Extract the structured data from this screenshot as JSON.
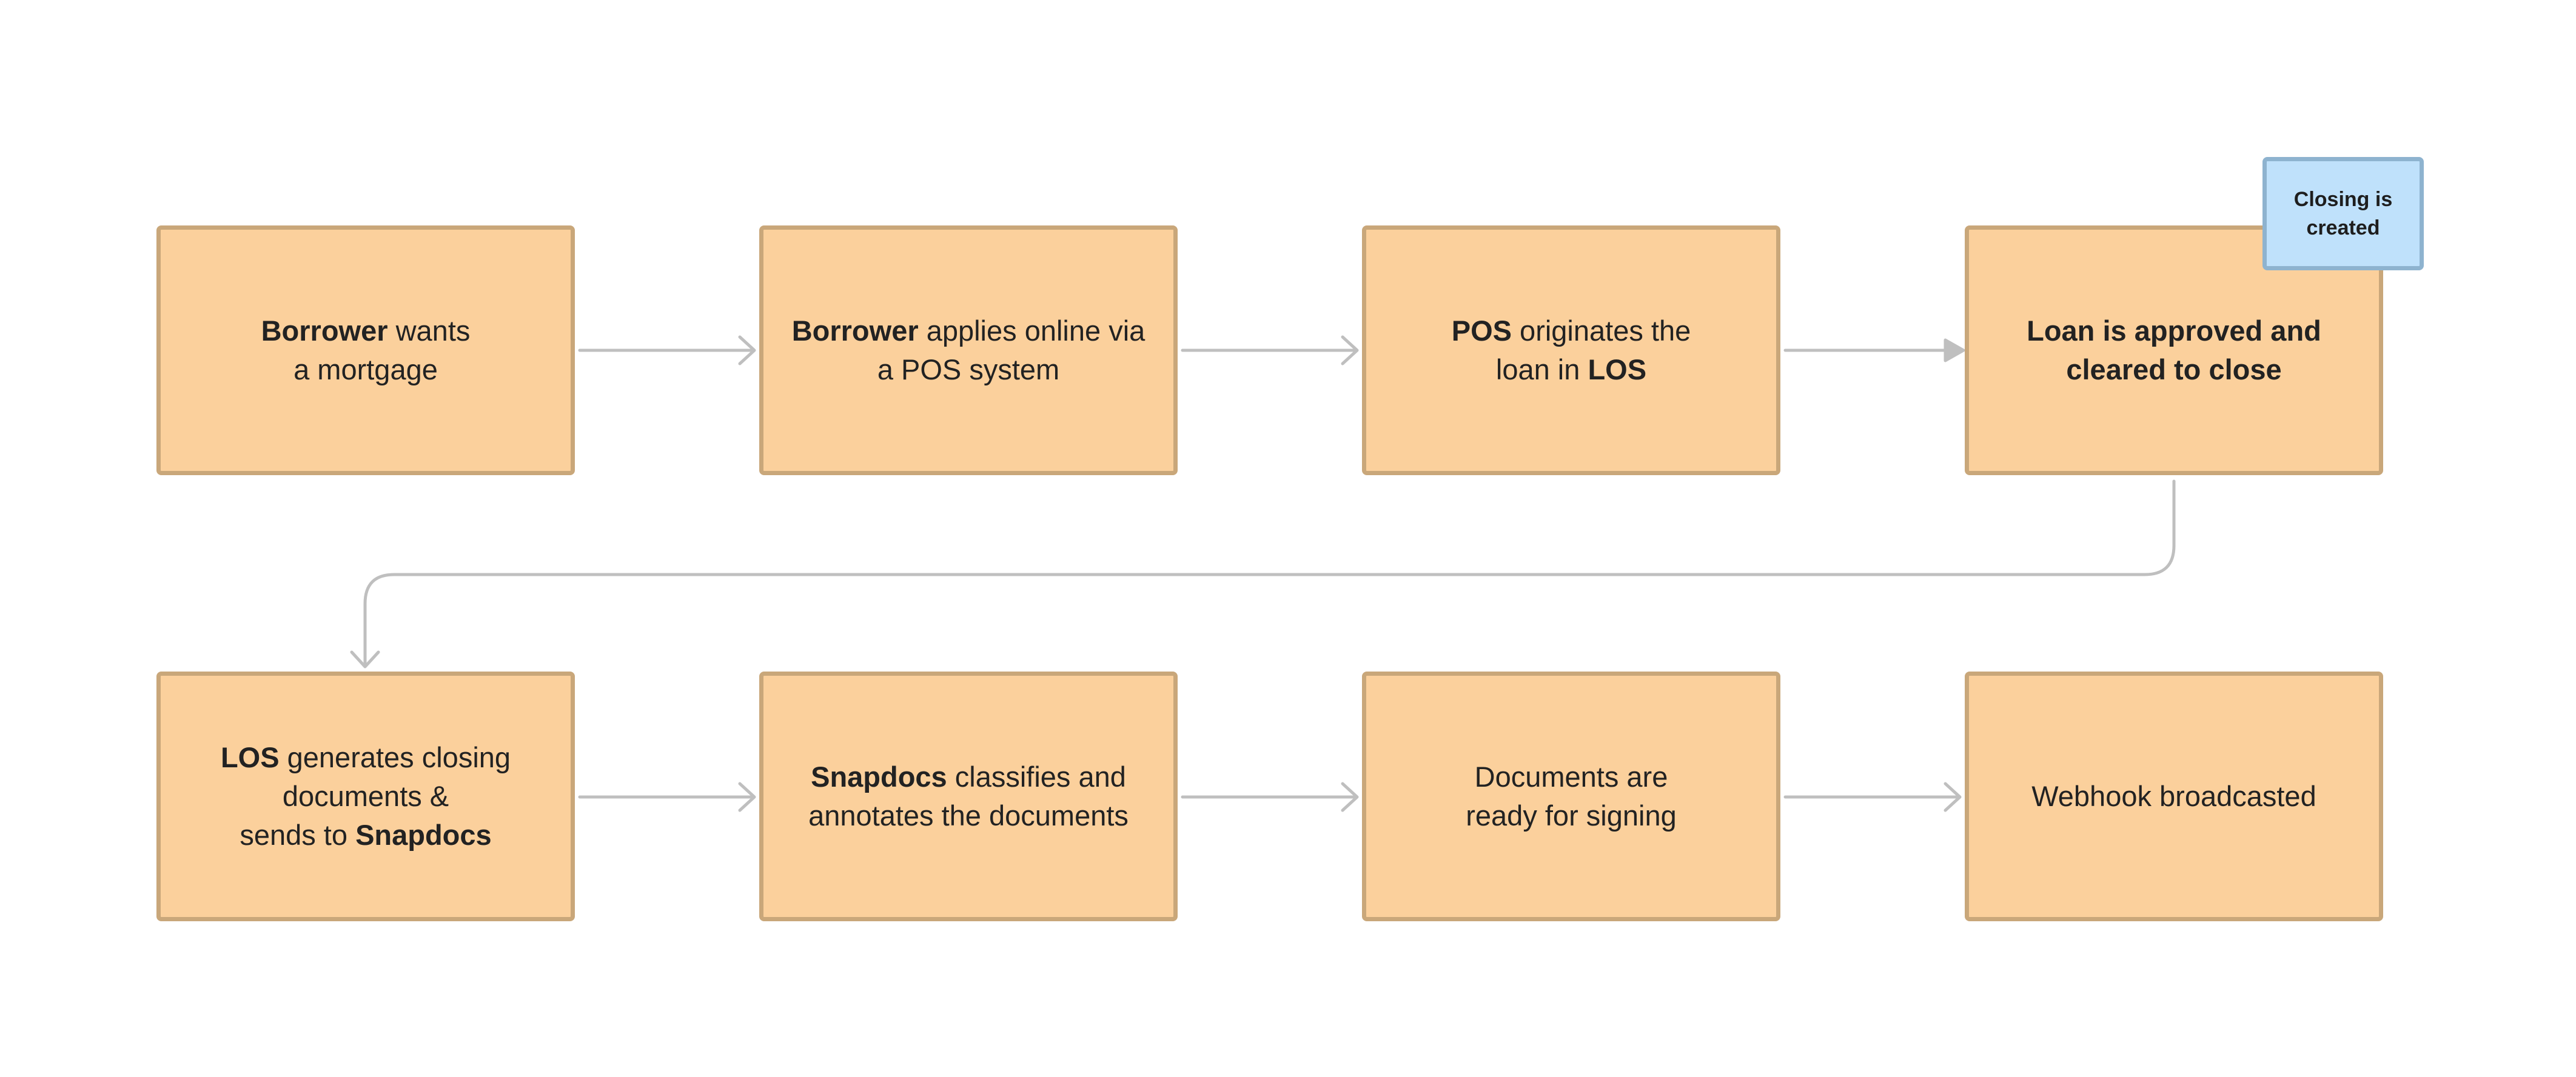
{
  "diagram": {
    "nodes": [
      {
        "id": "n1",
        "bold1": "Borrower",
        "text1": " wants",
        "text2": "a mortgage"
      },
      {
        "id": "n2",
        "bold1": "Borrower",
        "text1": " applies online via",
        "text2": "a POS system"
      },
      {
        "id": "n3",
        "bold1": "POS",
        "text1": " originates the",
        "text2": "loan in ",
        "bold2": "LOS"
      },
      {
        "id": "n4",
        "line1": "Loan is approved and",
        "line2": "cleared to close"
      },
      {
        "id": "n5",
        "bold1": "LOS",
        "text1": " generates closing",
        "text2": "documents &",
        "text3": "sends to ",
        "bold2": "Snapdocs"
      },
      {
        "id": "n6",
        "bold1": "Snapdocs",
        "text1": " classifies and",
        "text2": "annotates the documents"
      },
      {
        "id": "n7",
        "text1": "Documents are",
        "text2": "ready for signing"
      },
      {
        "id": "n8",
        "text1": "Webhook broadcasted"
      }
    ],
    "sticky_note": {
      "line1": "Closing is",
      "line2": "created"
    },
    "colors": {
      "node_fill": "#fbd09c",
      "node_border": "#c9a77a",
      "sticky_fill": "#bfe1fb",
      "sticky_border": "#8eb3cf",
      "connector": "#bfbfbf",
      "text": "#222222"
    },
    "edges": [
      {
        "from": "n1",
        "to": "n2"
      },
      {
        "from": "n2",
        "to": "n3"
      },
      {
        "from": "n3",
        "to": "n4"
      },
      {
        "from": "n4",
        "to": "n5"
      },
      {
        "from": "n5",
        "to": "n6"
      },
      {
        "from": "n6",
        "to": "n7"
      },
      {
        "from": "n7",
        "to": "n8"
      }
    ]
  }
}
